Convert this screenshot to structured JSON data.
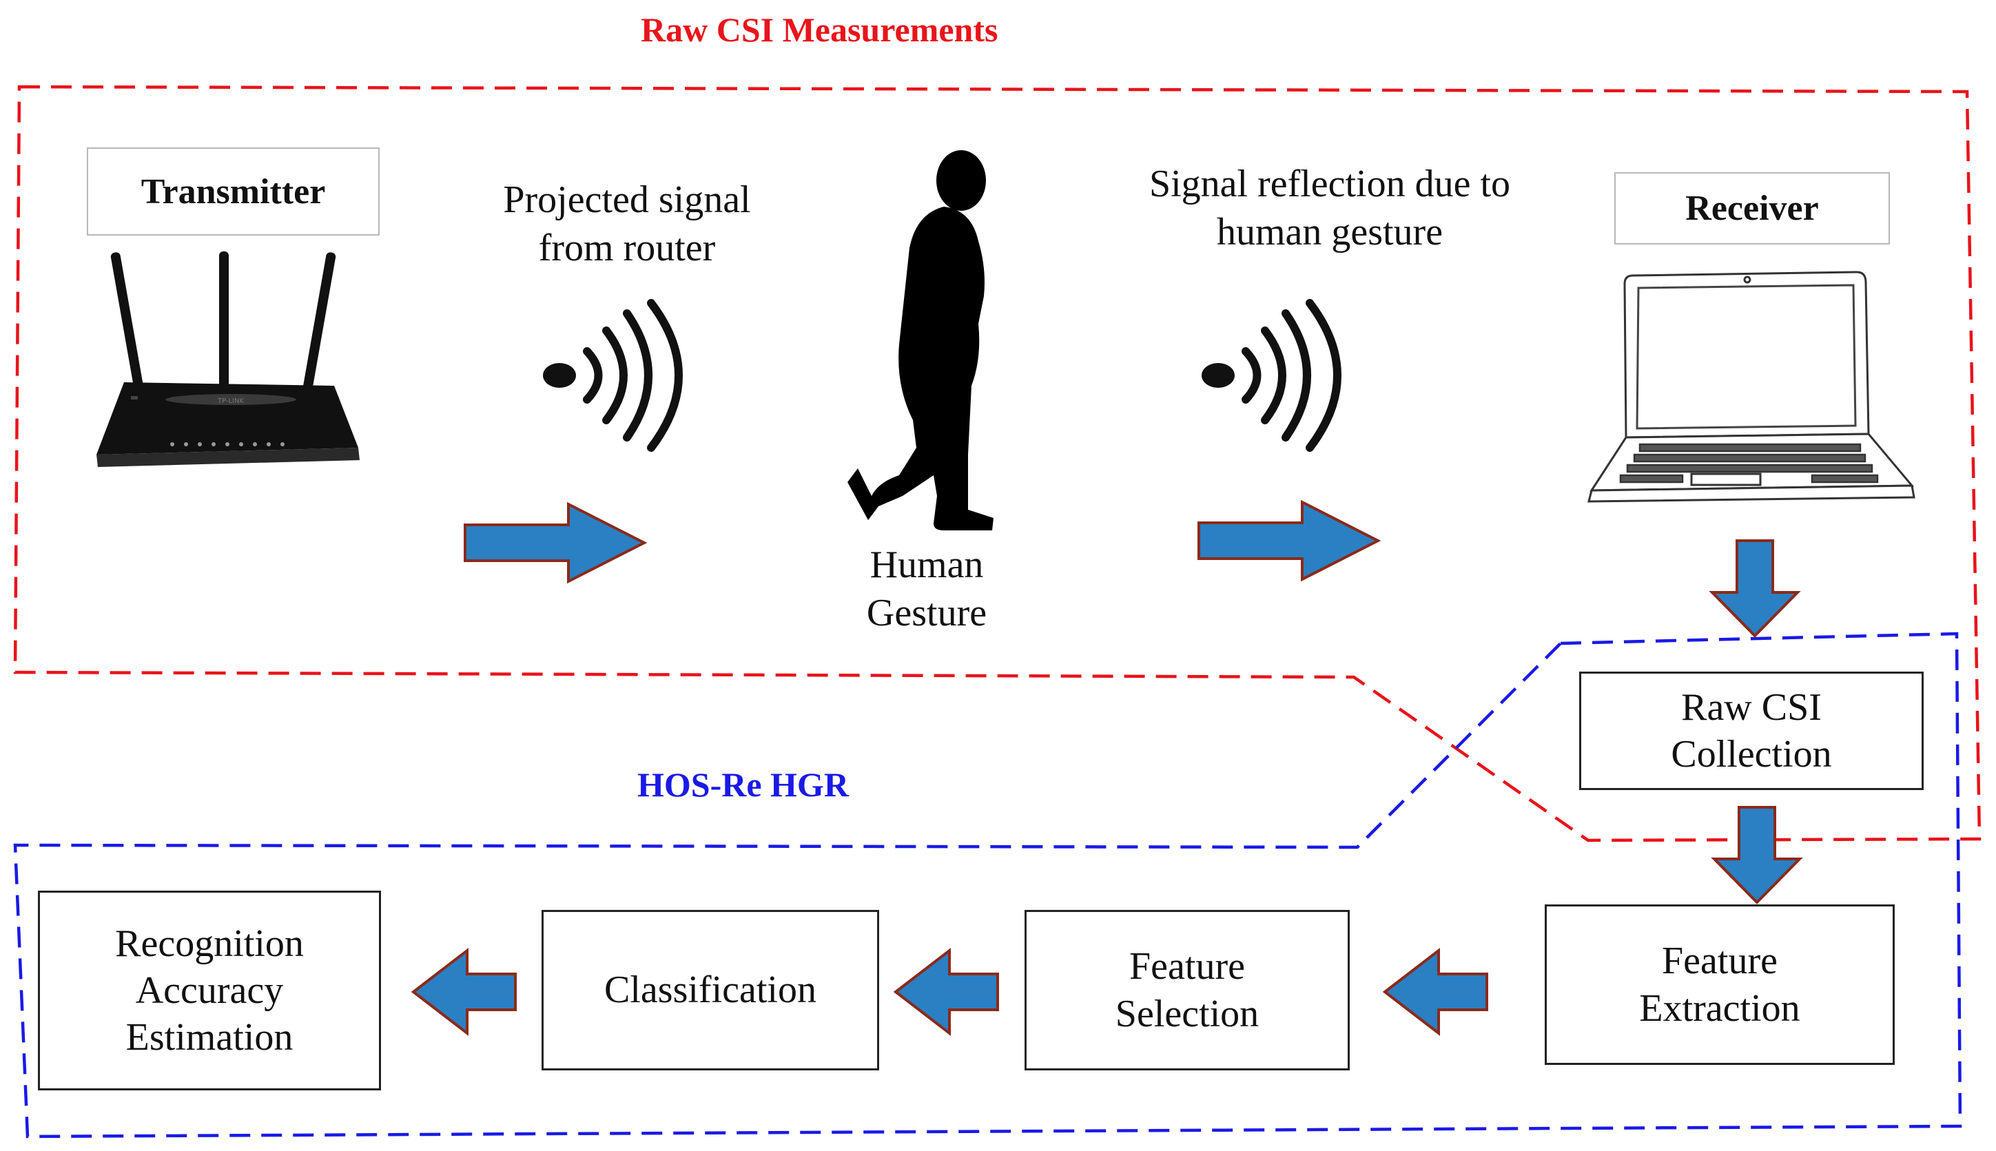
{
  "titles": {
    "raw_csi": "Raw CSI Measurements",
    "hos_re": "HOS-Re HGR"
  },
  "labels": {
    "transmitter": "Transmitter",
    "receiver": "Receiver",
    "projected_signal": "Projected signal\nfrom router",
    "signal_reflection": "Signal reflection due to\nhuman gesture",
    "human_gesture": "Human\nGesture",
    "router_brand": "TP-LINK"
  },
  "pipeline": {
    "raw_csi_collection": "Raw CSI\nCollection",
    "feature_extraction": "Feature\nExtraction",
    "feature_selection": "Feature\nSelection",
    "classification": "Classification",
    "recognition": "Recognition\nAccuracy\nEstimation"
  },
  "colors": {
    "raw_csi_border": "#e8141b",
    "hos_re_border": "#1a1ae6",
    "arrow_fill": "#2a80c2",
    "arrow_outline": "#8b2a1a"
  },
  "icons": {
    "transmitter": "wifi-router-icon",
    "receiver": "laptop-icon",
    "person": "walking-person-icon",
    "signal": "wireless-signal-icon"
  }
}
